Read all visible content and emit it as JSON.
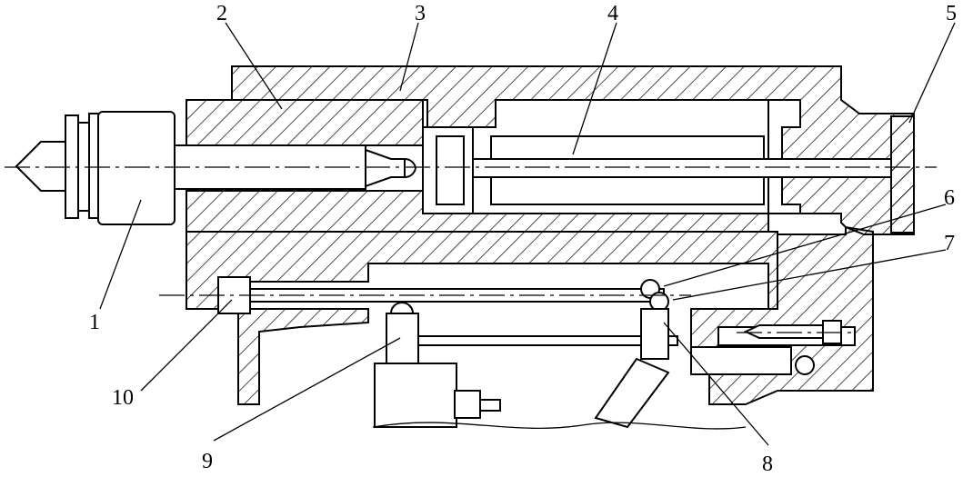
{
  "diagram": {
    "background": "#ffffff",
    "line_color": "#000000",
    "callouts": [
      {
        "id": "1",
        "text": "1"
      },
      {
        "id": "2",
        "text": "2"
      },
      {
        "id": "3",
        "text": "3"
      },
      {
        "id": "4",
        "text": "4"
      },
      {
        "id": "5",
        "text": "5"
      },
      {
        "id": "6",
        "text": "6"
      },
      {
        "id": "7",
        "text": "7"
      },
      {
        "id": "8",
        "text": "8"
      },
      {
        "id": "9",
        "text": "9"
      },
      {
        "id": "10",
        "text": "10"
      }
    ]
  }
}
